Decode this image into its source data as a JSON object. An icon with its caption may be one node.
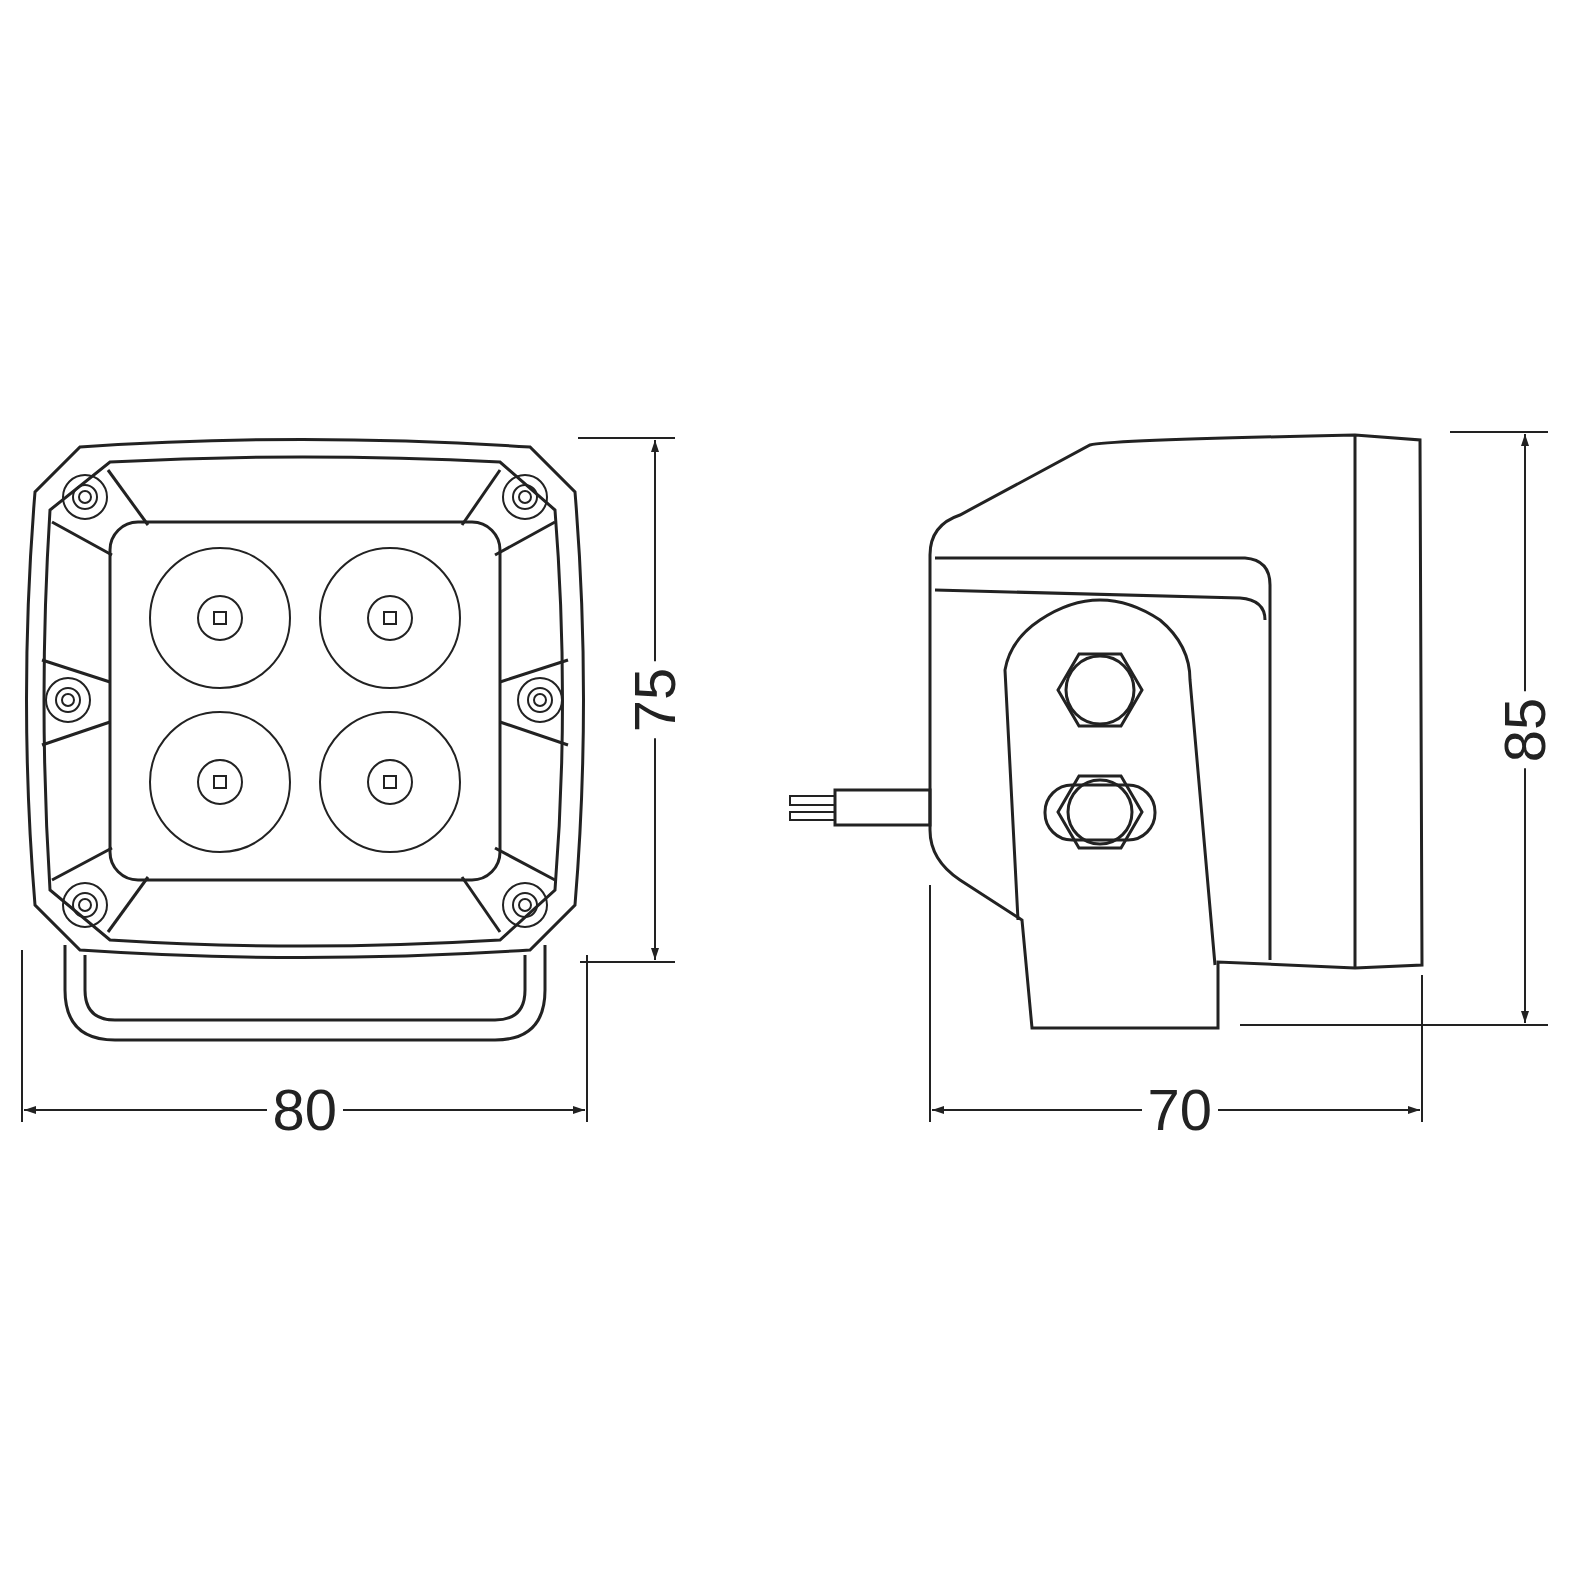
{
  "diagram": {
    "labels": [
      "75",
      "85",
      "80",
      "70"
    ]
  }
}
